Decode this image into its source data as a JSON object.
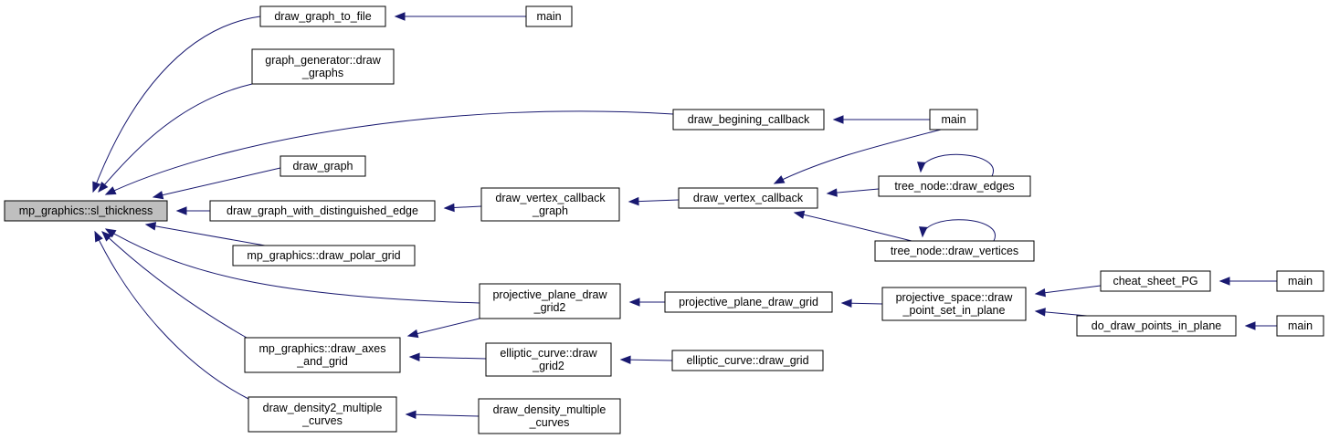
{
  "graph": {
    "type": "call-graph",
    "edge_color": "#191970",
    "root_fill": "#bfbfbf",
    "nodes": [
      {
        "id": "root",
        "lines": [
          "mp_graphics::sl_thickness"
        ],
        "root": true
      },
      {
        "id": "draw_graph_to_file",
        "lines": [
          "draw_graph_to_file"
        ]
      },
      {
        "id": "main1",
        "lines": [
          "main"
        ]
      },
      {
        "id": "graph_generator_draw_graphs",
        "lines": [
          "graph_generator::draw",
          "_graphs"
        ]
      },
      {
        "id": "draw_begining_callback",
        "lines": [
          "draw_begining_callback"
        ]
      },
      {
        "id": "main2",
        "lines": [
          "main"
        ]
      },
      {
        "id": "draw_graph",
        "lines": [
          "draw_graph"
        ]
      },
      {
        "id": "draw_graph_with_distinguished_edge",
        "lines": [
          "draw_graph_with_distinguished_edge"
        ]
      },
      {
        "id": "draw_vertex_callback_graph",
        "lines": [
          "draw_vertex_callback",
          "_graph"
        ]
      },
      {
        "id": "draw_vertex_callback",
        "lines": [
          "draw_vertex_callback"
        ]
      },
      {
        "id": "tree_node_draw_edges",
        "lines": [
          "tree_node::draw_edges"
        ]
      },
      {
        "id": "tree_node_draw_vertices",
        "lines": [
          "tree_node::draw_vertices"
        ]
      },
      {
        "id": "mp_graphics_draw_polar_grid",
        "lines": [
          "mp_graphics::draw_polar_grid"
        ]
      },
      {
        "id": "projective_plane_draw_grid2",
        "lines": [
          "projective_plane_draw",
          "_grid2"
        ]
      },
      {
        "id": "projective_plane_draw_grid",
        "lines": [
          "projective_plane_draw_grid"
        ]
      },
      {
        "id": "projective_space_draw_point_set_in_plane",
        "lines": [
          "projective_space::draw",
          "_point_set_in_plane"
        ]
      },
      {
        "id": "cheat_sheet_PG",
        "lines": [
          "cheat_sheet_PG"
        ]
      },
      {
        "id": "main3",
        "lines": [
          "main"
        ]
      },
      {
        "id": "do_draw_points_in_plane",
        "lines": [
          "do_draw_points_in_plane"
        ]
      },
      {
        "id": "main4",
        "lines": [
          "main"
        ]
      },
      {
        "id": "mp_graphics_draw_axes_and_grid",
        "lines": [
          "mp_graphics::draw_axes",
          "_and_grid"
        ]
      },
      {
        "id": "elliptic_curve_draw_grid2",
        "lines": [
          "elliptic_curve::draw",
          "_grid2"
        ]
      },
      {
        "id": "elliptic_curve_draw_grid",
        "lines": [
          "elliptic_curve::draw_grid"
        ]
      },
      {
        "id": "draw_density2_multiple_curves",
        "lines": [
          "draw_density2_multiple",
          "_curves"
        ]
      },
      {
        "id": "draw_density_multiple_curves",
        "lines": [
          "draw_density_multiple",
          "_curves"
        ]
      }
    ],
    "edges": [
      {
        "from": "draw_graph_to_file",
        "to": "root"
      },
      {
        "from": "main1",
        "to": "draw_graph_to_file"
      },
      {
        "from": "graph_generator_draw_graphs",
        "to": "root"
      },
      {
        "from": "draw_begining_callback",
        "to": "root"
      },
      {
        "from": "main2",
        "to": "draw_begining_callback"
      },
      {
        "from": "draw_graph",
        "to": "root"
      },
      {
        "from": "draw_graph_with_distinguished_edge",
        "to": "root"
      },
      {
        "from": "draw_vertex_callback_graph",
        "to": "draw_graph_with_distinguished_edge"
      },
      {
        "from": "draw_vertex_callback",
        "to": "draw_vertex_callback_graph"
      },
      {
        "from": "main2",
        "to": "draw_vertex_callback"
      },
      {
        "from": "tree_node_draw_edges",
        "to": "draw_vertex_callback"
      },
      {
        "from": "tree_node_draw_edges",
        "to": "tree_node_draw_edges"
      },
      {
        "from": "tree_node_draw_vertices",
        "to": "draw_vertex_callback"
      },
      {
        "from": "tree_node_draw_vertices",
        "to": "tree_node_draw_vertices"
      },
      {
        "from": "mp_graphics_draw_polar_grid",
        "to": "root"
      },
      {
        "from": "projective_plane_draw_grid2",
        "to": "root"
      },
      {
        "from": "projective_plane_draw_grid",
        "to": "projective_plane_draw_grid2"
      },
      {
        "from": "projective_space_draw_point_set_in_plane",
        "to": "projective_plane_draw_grid"
      },
      {
        "from": "cheat_sheet_PG",
        "to": "projective_space_draw_point_set_in_plane"
      },
      {
        "from": "main3",
        "to": "cheat_sheet_PG"
      },
      {
        "from": "do_draw_points_in_plane",
        "to": "projective_space_draw_point_set_in_plane"
      },
      {
        "from": "main4",
        "to": "do_draw_points_in_plane"
      },
      {
        "from": "mp_graphics_draw_axes_and_grid",
        "to": "root"
      },
      {
        "from": "projective_plane_draw_grid2",
        "to": "mp_graphics_draw_axes_and_grid"
      },
      {
        "from": "elliptic_curve_draw_grid2",
        "to": "mp_graphics_draw_axes_and_grid"
      },
      {
        "from": "elliptic_curve_draw_grid",
        "to": "elliptic_curve_draw_grid2"
      },
      {
        "from": "draw_density2_multiple_curves",
        "to": "root"
      },
      {
        "from": "draw_density_multiple_curves",
        "to": "draw_density2_multiple_curves"
      }
    ]
  }
}
